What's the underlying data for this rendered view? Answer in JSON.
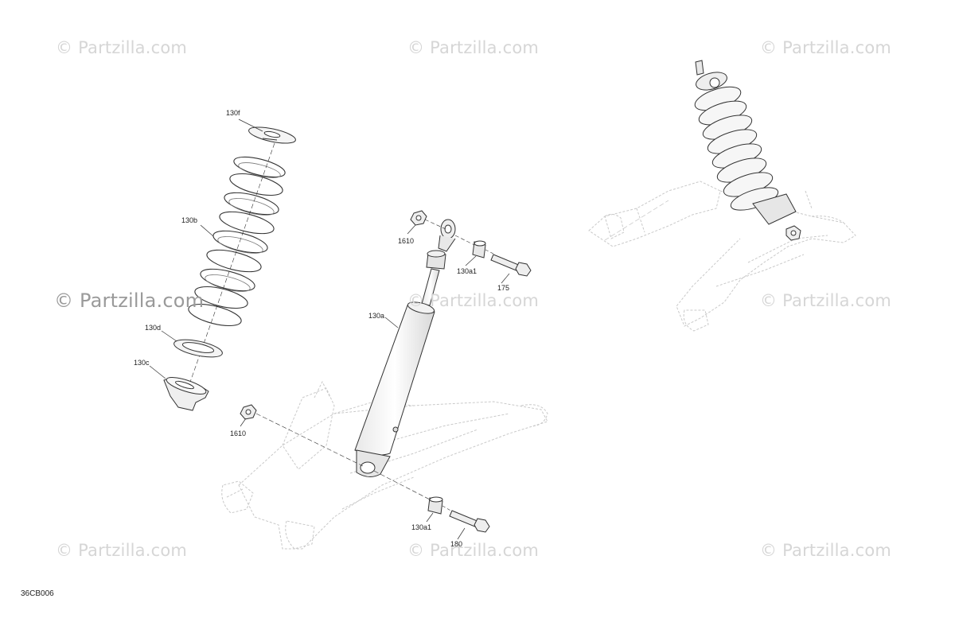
{
  "watermarks": {
    "w1": "© Partzilla.com",
    "w2": "© Partzilla.com",
    "w3": "© Partzilla.com",
    "w4": "© Partzilla.com",
    "w5": "© Partzilla.com",
    "w6": "© Partzilla.com",
    "w7": "© Partzilla.com",
    "w8": "© Partzilla.com",
    "w9": "© Partzilla.com"
  },
  "callouts": {
    "spring_retainer": "130f",
    "spring": "130b",
    "spring_seat": "130d",
    "spring_cup": "130c",
    "nut_lower": "1610",
    "nut_upper": "1610",
    "bushing_upper": "130a1",
    "bolt_upper": "175",
    "shock_body": "130a",
    "bushing_lower": "130a1",
    "bolt_lower": "180"
  },
  "figure_code": "36CB006"
}
